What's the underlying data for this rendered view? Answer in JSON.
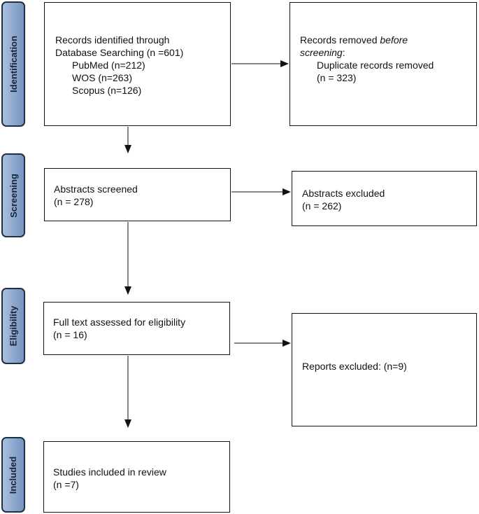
{
  "colors": {
    "stage_fill_top": "#a9bfdc",
    "stage_fill_bottom": "#7794c0",
    "stage_border": "#1f2f45",
    "box_border": "#111111",
    "arrow": "#111111"
  },
  "stages": {
    "identification": "Identification",
    "screening": "Screening",
    "eligibility": "Eligibility",
    "included": "Included"
  },
  "identification": {
    "records_line1": "Records identified through",
    "records_line2": "Database Searching (n =601)",
    "pubmed": "PubMed (n=212)",
    "wos": "WOS (n=263)",
    "scopus": "Scopus (n=126)",
    "removed_line1_prefix": "Records removed ",
    "removed_line1_italic": "before",
    "removed_line2_italic": "screening",
    "removed_line2_suffix": ":",
    "removed_detail": "Duplicate records removed",
    "removed_count": "(n = 323)"
  },
  "screening": {
    "screened_label": "Abstracts screened",
    "screened_count": "(n = 278)",
    "excluded_label": "Abstracts excluded",
    "excluded_count": "(n = 262)"
  },
  "eligibility": {
    "assessed_label": "Full text assessed for eligibility",
    "assessed_count": "(n = 16)",
    "excluded_label": "Reports excluded: (n=9)"
  },
  "included": {
    "label": "Studies included in review",
    "count": "(n =7)"
  }
}
